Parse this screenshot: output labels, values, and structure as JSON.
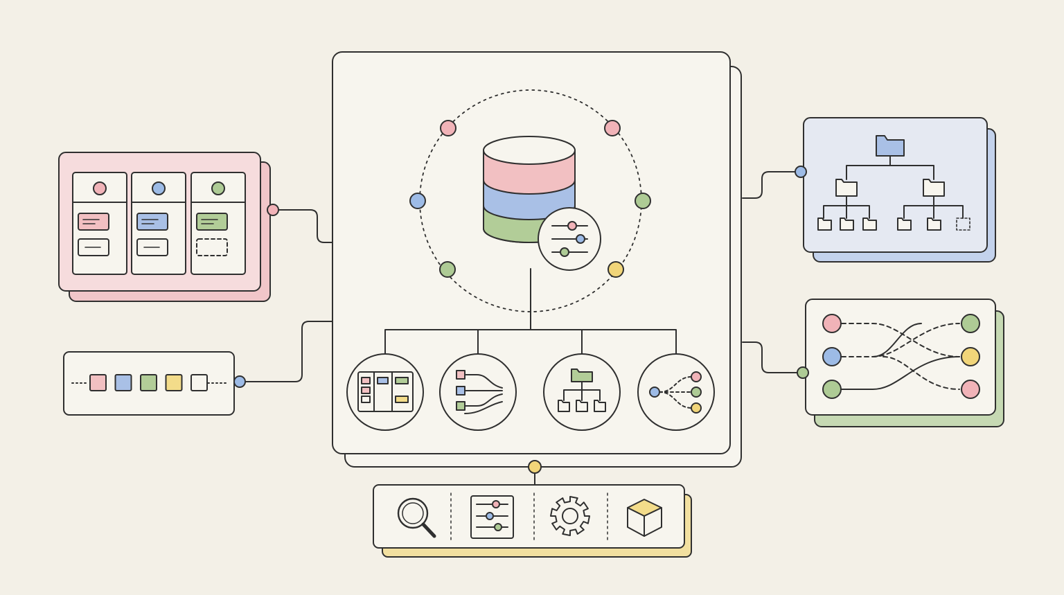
{
  "palette": {
    "background": "#f3f0e7",
    "card": "#f7f5ee",
    "ink": "#2f2f2f",
    "red": "#f2c0c2",
    "red_dot": "#f1b3b8",
    "blue": "#a9c0e6",
    "blue_dot": "#9dbbe6",
    "green": "#b2cd98",
    "green_dot": "#aecb95",
    "yellow": "#f3dc8a",
    "yellow_dot": "#f1d579",
    "pink_card": "#f6dcdd",
    "blue_card": "#e5e9f2",
    "blue_shadow": "#c3d2ec",
    "green_shadow": "#c6d9b3",
    "yellow_shadow": "#f2e0a0",
    "pink_shadow": "#f1c6c9"
  },
  "hub": {
    "icon": "database-icon",
    "badge_icon": "sliders-icon",
    "orbit_nodes": [
      "red",
      "red",
      "blue",
      "green",
      "green",
      "yellow"
    ],
    "children": [
      {
        "name": "kanban-view",
        "icon": "kanban-board-icon"
      },
      {
        "name": "data-flow-view",
        "icon": "data-flow-icon"
      },
      {
        "name": "folder-tree-view",
        "icon": "folder-tree-icon"
      },
      {
        "name": "branch-view",
        "icon": "branch-icon"
      }
    ]
  },
  "kanban_panel": {
    "columns": [
      {
        "dot": "red",
        "cards": [
          "red",
          "outline"
        ]
      },
      {
        "dot": "blue",
        "cards": [
          "blue",
          "outline"
        ]
      },
      {
        "dot": "green",
        "cards": [
          "green",
          "dashed"
        ]
      }
    ]
  },
  "timeline_panel": {
    "blocks": [
      "red",
      "blue",
      "green",
      "yellow",
      "outline"
    ]
  },
  "tree_panel": {
    "root_icon": "folder-icon",
    "branches": 2,
    "leaves": 6
  },
  "mapping_panel": {
    "left_nodes": [
      "red",
      "blue",
      "green"
    ],
    "right_nodes": [
      "green",
      "yellow",
      "red"
    ]
  },
  "toolbar": {
    "tools": [
      {
        "name": "search-tool",
        "icon": "magnifier-icon"
      },
      {
        "name": "settings-panel-tool",
        "icon": "sliders-icon"
      },
      {
        "name": "gear-tool",
        "icon": "gear-icon"
      },
      {
        "name": "cube-tool",
        "icon": "cube-icon"
      }
    ]
  }
}
